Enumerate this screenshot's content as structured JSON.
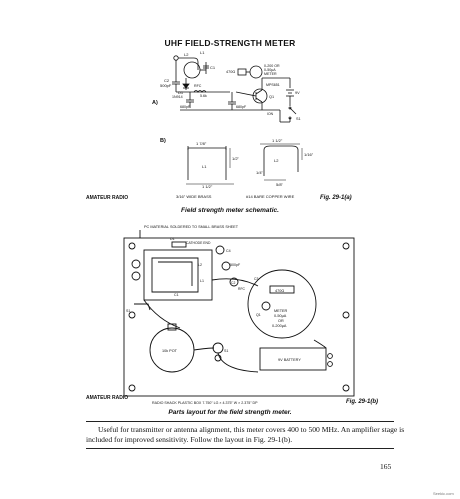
{
  "page": {
    "title": "UHF FIELD-STRENGTH METER",
    "side_label_top": "AMATEUR RADIO",
    "side_label_bottom": "AMATEUR RADIO",
    "fig_a": "Fig. 29-1(a)",
    "fig_b": "Fig. 29-1(b)",
    "caption_a": "Field strength meter schematic.",
    "caption_b": "Parts layout for the field strength meter.",
    "body_line1": "Useful for transmitter or antenna alignment, this meter covers 400 to 500 MHz. An amplifier stage is",
    "body_line2": "included for improved sensitivity. Follow the layout in Fig. 29-1(b).",
    "page_number": "165",
    "watermark": "Seekic.com"
  },
  "schematic": {
    "label_A": "A)",
    "label_B": "B)",
    "L2": "L2",
    "L1": "L1",
    "C1": "C1",
    "C2": "C2",
    "C2_val": "500pF",
    "D1": "D1",
    "D1_part": "1N914",
    "RFC": "RFC",
    "RFC_val": "5.6k",
    "C3": "680pF",
    "C4": "680pF",
    "R_470": "470Ω",
    "meter_range1": "0-200 OR",
    "meter_range2": "0-50μA",
    "meter_word": "METER",
    "Q1": "MPS651",
    "Q1_label": "Q1",
    "battery": "9V",
    "S1": "S1",
    "ION": "ION"
  },
  "coil_detail": {
    "dim_a_top": "1 7/8\"",
    "dim_a_side": "1/2\"",
    "dim_a_bottom": "1 1/2\"",
    "label_a": "L1",
    "material_a": "3/16\" WIDE BRASS",
    "dim_b_top": "1 1/2\"",
    "dim_b_side": "1/16\"",
    "dim_b_mid": "1/4\"",
    "dim_b_bottom": "5/8\"",
    "label_b": "L2",
    "material_b": "#14 BARE COPPER WIRE"
  },
  "layout": {
    "pc_note": "PC MATERIAL SOLDERED TO SMALL BRASS SHEET",
    "D1_label": "D1",
    "cathode_note": "CATHODE END",
    "C4": "C4",
    "L2": "L2",
    "L1": "L1",
    "C1": "C1",
    "C2": "C2",
    "C2_val": "500pF",
    "C3": "C3",
    "RFC": "RFC",
    "Q1": "Q1",
    "R_470": "470Ω",
    "meter_text1": "METER",
    "meter_text2": "0-50μA",
    "meter_text3": "OR",
    "meter_text4": "0-200μA",
    "pot_label": "10k POT",
    "battery_label": "9V BATTERY",
    "S1a": "S1",
    "S1b": "S1",
    "box_note": "RADIO SHACK PLASTIC BOX 7.750\" LG × 4.375\" W × 2.375\" DP"
  }
}
